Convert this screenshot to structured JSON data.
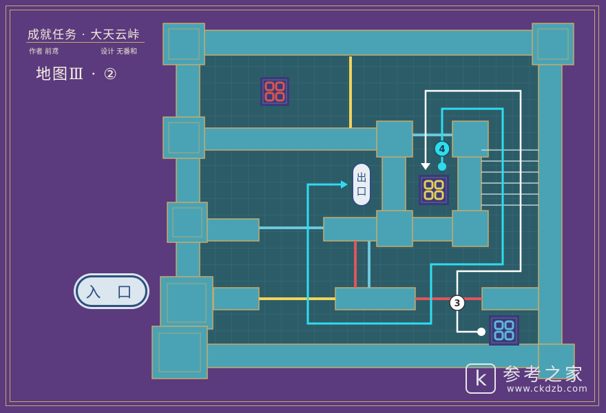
{
  "header": {
    "title": "成就任务 · 大天云峠",
    "author": "作者 前鸢",
    "designer": "设计 无番和",
    "map_label": "地图Ⅲ · ②"
  },
  "markers": {
    "entrance": "入 口",
    "exit_line1": "出",
    "exit_line2": "口",
    "step_3": "3",
    "step_4": "4"
  },
  "tiles": [
    {
      "name": "red-tile",
      "color": "#d9564f"
    },
    {
      "name": "yellow-tile",
      "color": "#e8cf58"
    },
    {
      "name": "blue-tile",
      "color": "#5fb8e0"
    }
  ],
  "colors": {
    "background": "#5b3a7e",
    "floor": "#2c5c68",
    "wall": "#4aa3b4",
    "gold": "#c9a96a",
    "path_cyan": "#2fdcef",
    "path_white": "#ffffff",
    "beam_yellow": "#f3d35a",
    "beam_red": "#e0555a",
    "beam_blue": "#6cc8d8"
  },
  "watermark": {
    "logo": "k",
    "name": "参考之家",
    "url": "www.ckdzb.com"
  }
}
